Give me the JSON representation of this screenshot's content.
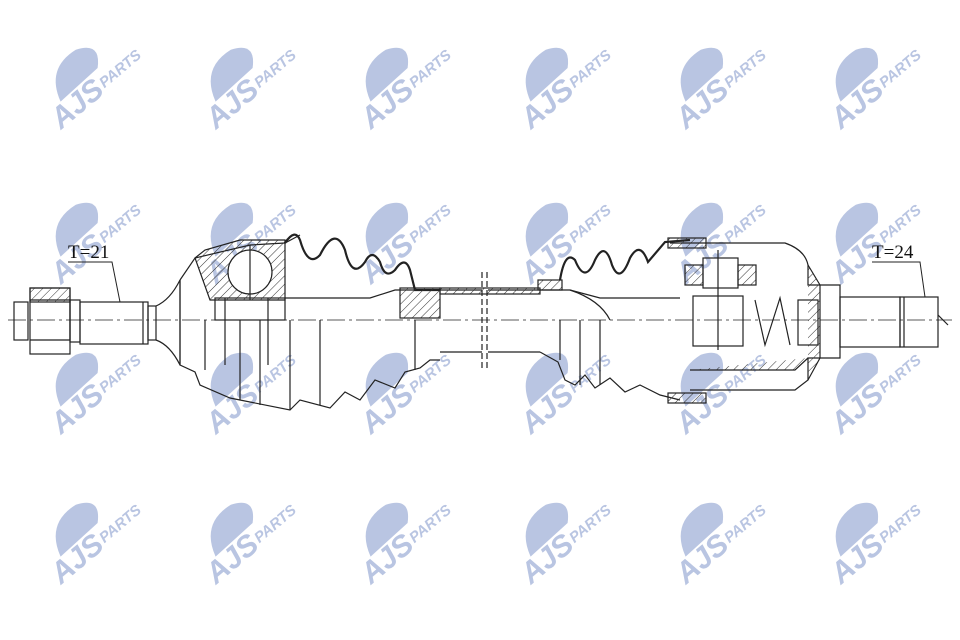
{
  "drawing": {
    "left_label": "T=21",
    "right_label": "T=24"
  },
  "watermark": {
    "brand": "AJS",
    "sub": "PARTS",
    "color": "#b9c5e2"
  },
  "colors": {
    "line": "#222222"
  }
}
